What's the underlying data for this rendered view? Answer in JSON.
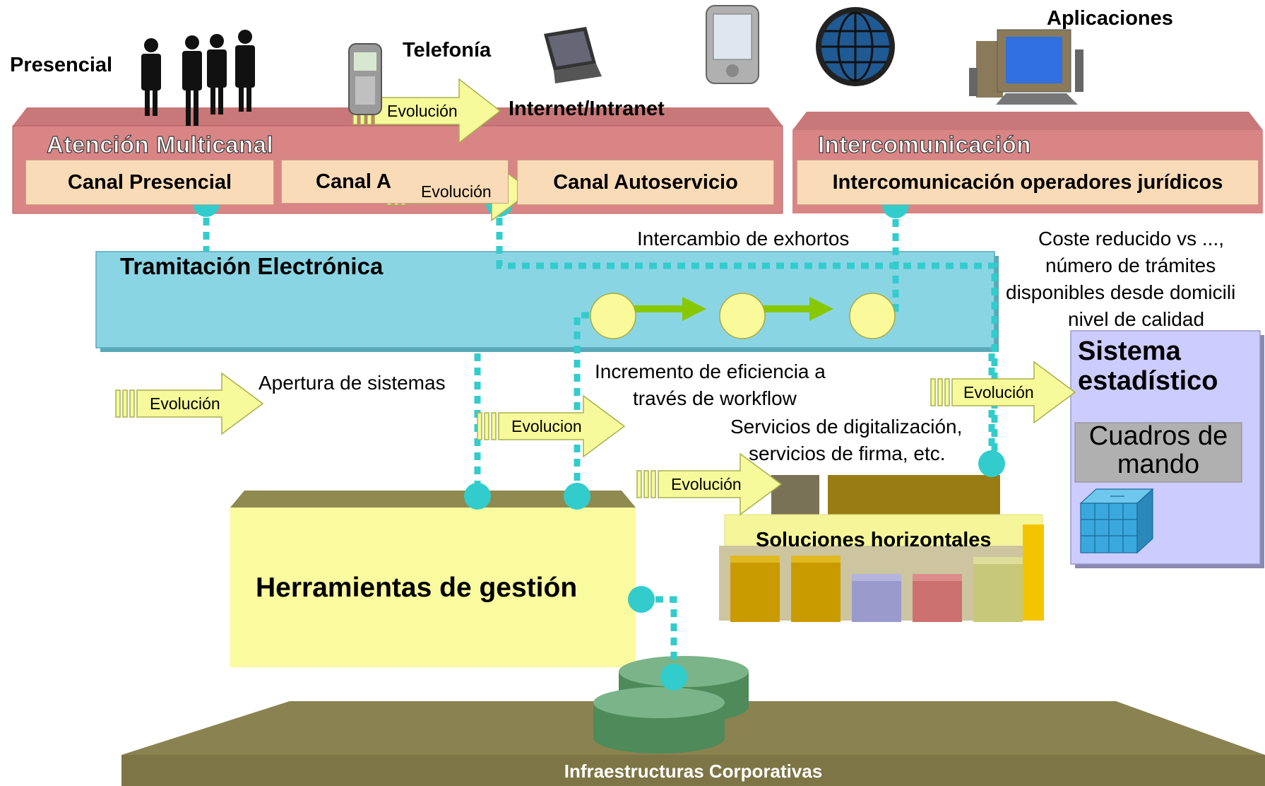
{
  "channels": {
    "presencial": "Presencial",
    "telefonia": "Telefonía",
    "internet": "Internet/Intranet",
    "aplicaciones": "Aplicaciones"
  },
  "atencion": {
    "title": "Atención Multicanal",
    "cells": [
      "Canal Presencial",
      "Canal A",
      "Canal Autoservicio"
    ]
  },
  "intercom": {
    "title": "Intercomunicación",
    "cell": "Intercomunicación operadores jurídicos"
  },
  "tramitacion": {
    "title": "Tramitación Electrónica",
    "exhortos": "Intercambio de exhortos"
  },
  "notes": {
    "coste": [
      "Coste reducido vs ...,",
      "número de trámites",
      "disponibles desde domicili",
      "nivel de calidad"
    ],
    "apertura": "Apertura de sistemas",
    "incremento": [
      "Incremento de eficiencia a",
      "través de workflow"
    ],
    "servicios": [
      "Servicios de digitalización,",
      "servicios de firma, etc."
    ]
  },
  "arrows": {
    "a1": "Evolución",
    "a2": "Evolución",
    "a3": "Evolución",
    "a4": "Evolucion",
    "a5": "Evolución",
    "a6": "Evolución"
  },
  "estadistico": {
    "title": [
      "Sistema",
      "estadístico"
    ],
    "cuadros": [
      "Cuadros de",
      "mando"
    ]
  },
  "herramientas": "Herramientas de gestión",
  "soluciones": "Soluciones horizontales",
  "infraestructuras": "Infraestructuras Corporativas",
  "colors": {
    "accent_line": "#33cccc",
    "band": "#e08a8a",
    "cell": "#fadbb7",
    "tramitacion": "#8ad7e6",
    "herramientas": "#fafa9a",
    "infra": "#7d7545",
    "arrow": "#f6fa9a"
  }
}
